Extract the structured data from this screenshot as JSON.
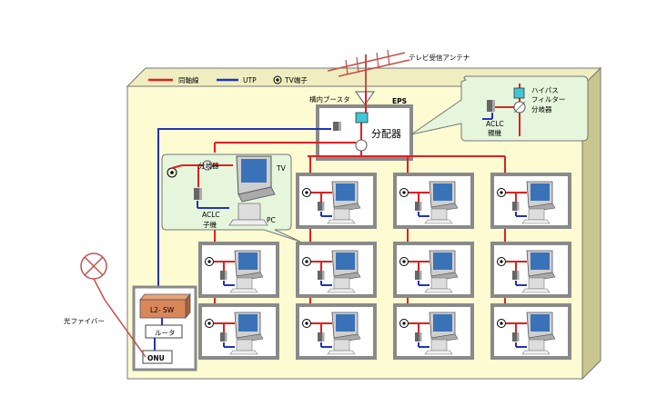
{
  "colors": {
    "building_face": "#fdfbd2",
    "building_top": "#f0eec0",
    "building_side": "#c8c68c",
    "coax_line": "#e02020",
    "utp_line": "#2233bb",
    "room_border": "#8a8a8a",
    "room_fill": "#ffffff",
    "callout_fill": "#e6f6dc",
    "switch_fill": "#d9875a",
    "booster_fill": "#3fc6d6",
    "fiber_line": "#c0504d"
  },
  "legend": {
    "coax_label": "同軸線",
    "utp_label": "UTP",
    "tv_port_label": "TV端子"
  },
  "labels": {
    "antenna": "テレビ受信アンテナ",
    "booster": "構内ブースタ",
    "eps": "EPS",
    "splitter_main": "分配器",
    "hpf_line1": "ハイパス",
    "hpf_line2": "フィルター",
    "hpf_line3": "分岐器",
    "aclc_master_line1": "ACLC",
    "aclc_master_line2": "親機",
    "branch_splitter": "分岐器",
    "tv": "TV",
    "pc": "PC",
    "aclc_slave_line1": "ACLC",
    "aclc_slave_line2": "子機",
    "fiber": "光ファイバー",
    "l2_switch": "L2- SW",
    "router": "ルータ",
    "onu": "ONU"
  }
}
